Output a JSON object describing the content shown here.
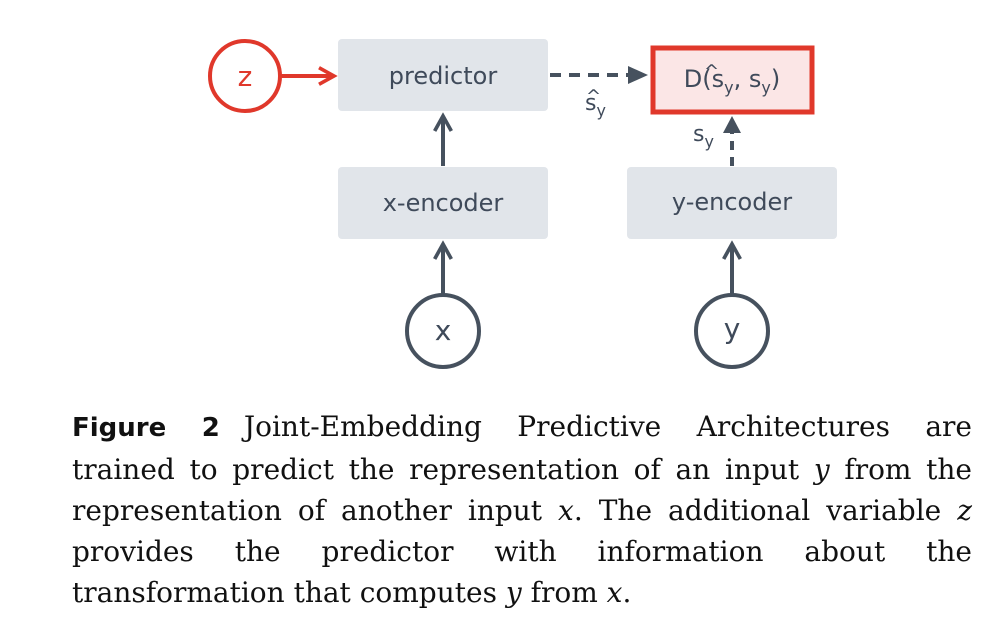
{
  "diagram": {
    "nodes": {
      "z": "z",
      "x": "x",
      "y": "y",
      "predictor": "predictor",
      "x_encoder": "x-encoder",
      "y_encoder": "y-encoder",
      "distance": {
        "prefix": "D(",
        "arg1_base": "s",
        "arg1_hat": "^",
        "arg1_sub": "y",
        "sep": ", ",
        "arg2_base": "s",
        "arg2_sub": "y",
        "suffix": ")"
      }
    },
    "edge_labels": {
      "pred_out_base": "s",
      "pred_out_hat": "^",
      "pred_out_sub": "y",
      "enc_out_base": "s",
      "enc_out_sub": "y"
    },
    "colors": {
      "box_fill": "#e1e5ea",
      "box_text": "#3f4a5a",
      "line": "#46515e",
      "accent_red": "#e0382b",
      "accent_fill": "#fbe6e6"
    }
  },
  "caption": {
    "label": "Figure 2",
    "parts": [
      "Joint-Embedding Predictive Architectures are trained to predict the representation of an input ",
      "y",
      " from the representation of another input ",
      "x",
      ". The additional variable ",
      "z",
      " provides the predictor with information about the transformation that computes ",
      "y",
      " from ",
      "x",
      "."
    ]
  }
}
